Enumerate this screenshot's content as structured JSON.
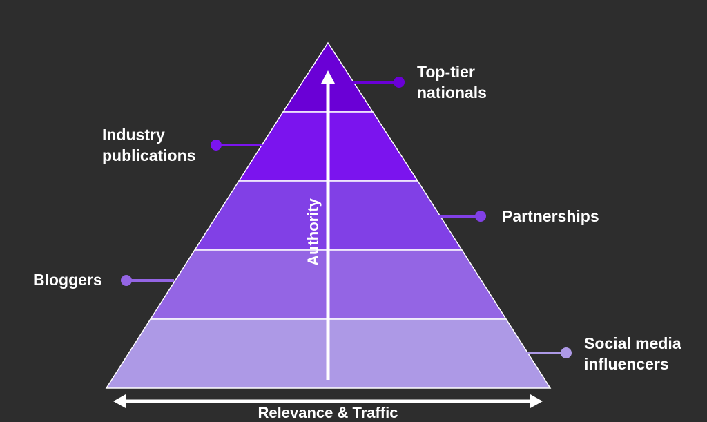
{
  "tiers": [
    {
      "label": "Top-tier\nnationals",
      "color": "#6a00d6"
    },
    {
      "label": "Industry\npublications",
      "color": "#7b14ee"
    },
    {
      "label": "Partnerships",
      "color": "#8140e6"
    },
    {
      "label": "Bloggers",
      "color": "#9465e4"
    },
    {
      "label": "Social media\ninfluencers",
      "color": "#ad99e6"
    }
  ],
  "axes": {
    "vertical_label": "Authority",
    "horizontal_label": "Relevance & Traffic"
  },
  "colors": {
    "background": "#2d2d2d",
    "arrow": "#ffffff",
    "text": "#ffffff"
  }
}
